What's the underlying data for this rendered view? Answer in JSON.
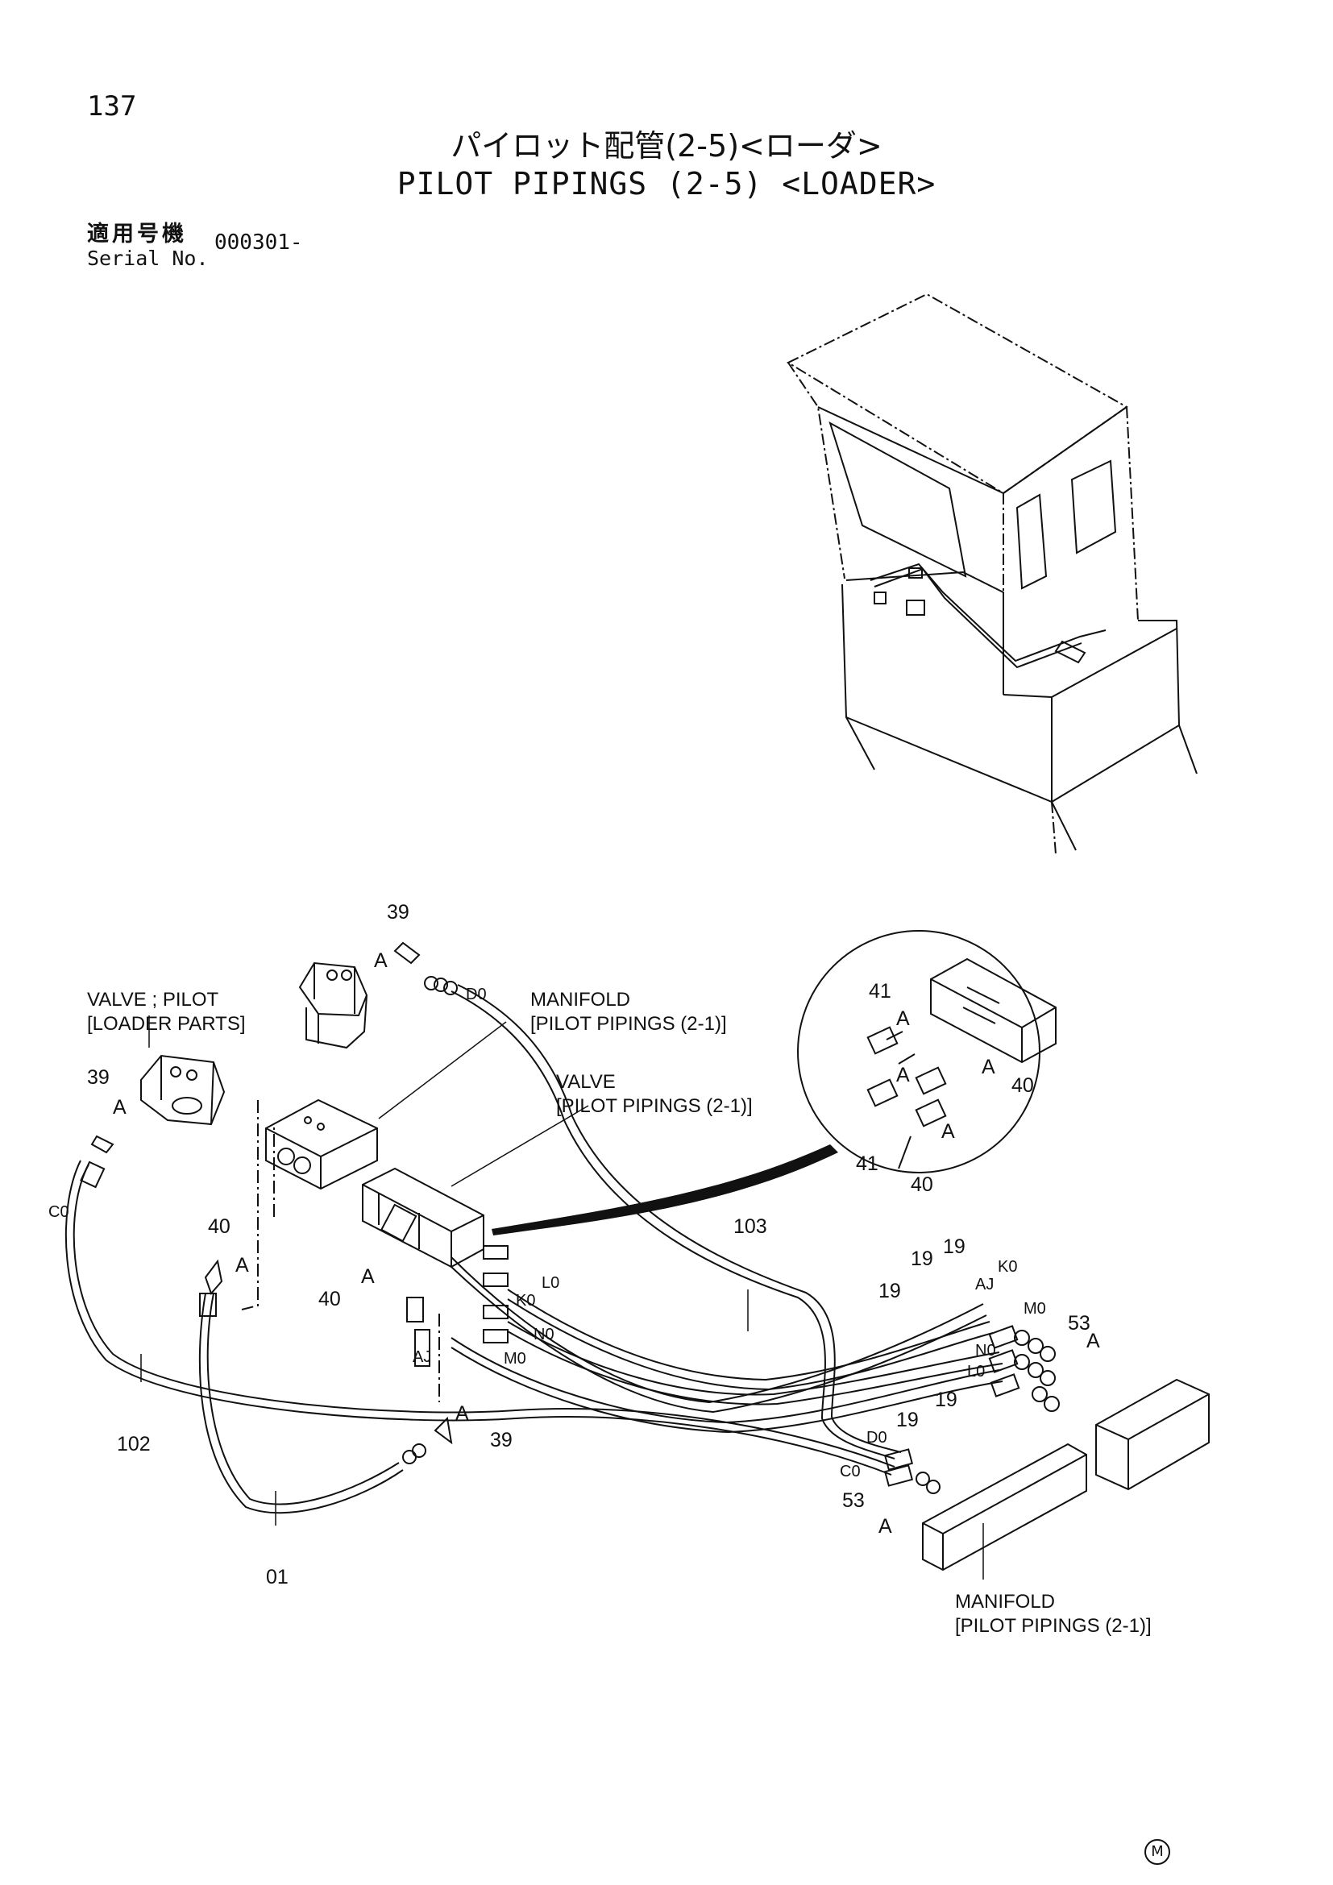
{
  "header": {
    "page_number": "137",
    "title_jp": "パイロット配管(2-5)<ローダ>",
    "title_en": "PILOT PIPINGS (2-5) <LOADER>",
    "serial_label_jp": "適用号機",
    "serial_label_en": "Serial No.",
    "serial_value": "000301-"
  },
  "callouts": {
    "valve_pilot": [
      "VALVE ; PILOT",
      "[LOADER PARTS]"
    ],
    "manifold_top": [
      "MANIFOLD",
      "[PILOT PIPINGS (2-1)]"
    ],
    "valve_mid": [
      "VALVE",
      "[PILOT PIPINGS (2-1)]"
    ],
    "manifold_bottom": [
      "MANIFOLD",
      "[PILOT PIPINGS (2-1)]"
    ]
  },
  "part_numbers": {
    "p39a": "39",
    "p39b": "39",
    "p39c": "39",
    "p40a": "40",
    "p40b": "40",
    "p40c": "40",
    "p40d": "40",
    "p41a": "41",
    "p41b": "41",
    "p103": "103",
    "p102": "102",
    "p01": "01",
    "p19a": "19",
    "p19b": "19",
    "p19c": "19",
    "p19d": "19",
    "p19e": "19",
    "p53a": "53",
    "p53b": "53"
  },
  "pipe_tags": {
    "D0a": "D0",
    "D0b": "D0",
    "C0a": "C0",
    "C0b": "C0",
    "L0a": "L0",
    "L0b": "L0",
    "K0a": "K0",
    "K0b": "K0",
    "N0a": "N0",
    "N0b": "N0",
    "M0a": "M0",
    "M0b": "M0",
    "AJa": "AJ",
    "AJb": "AJ"
  },
  "detail_letter": "A",
  "footer_mark": "M"
}
